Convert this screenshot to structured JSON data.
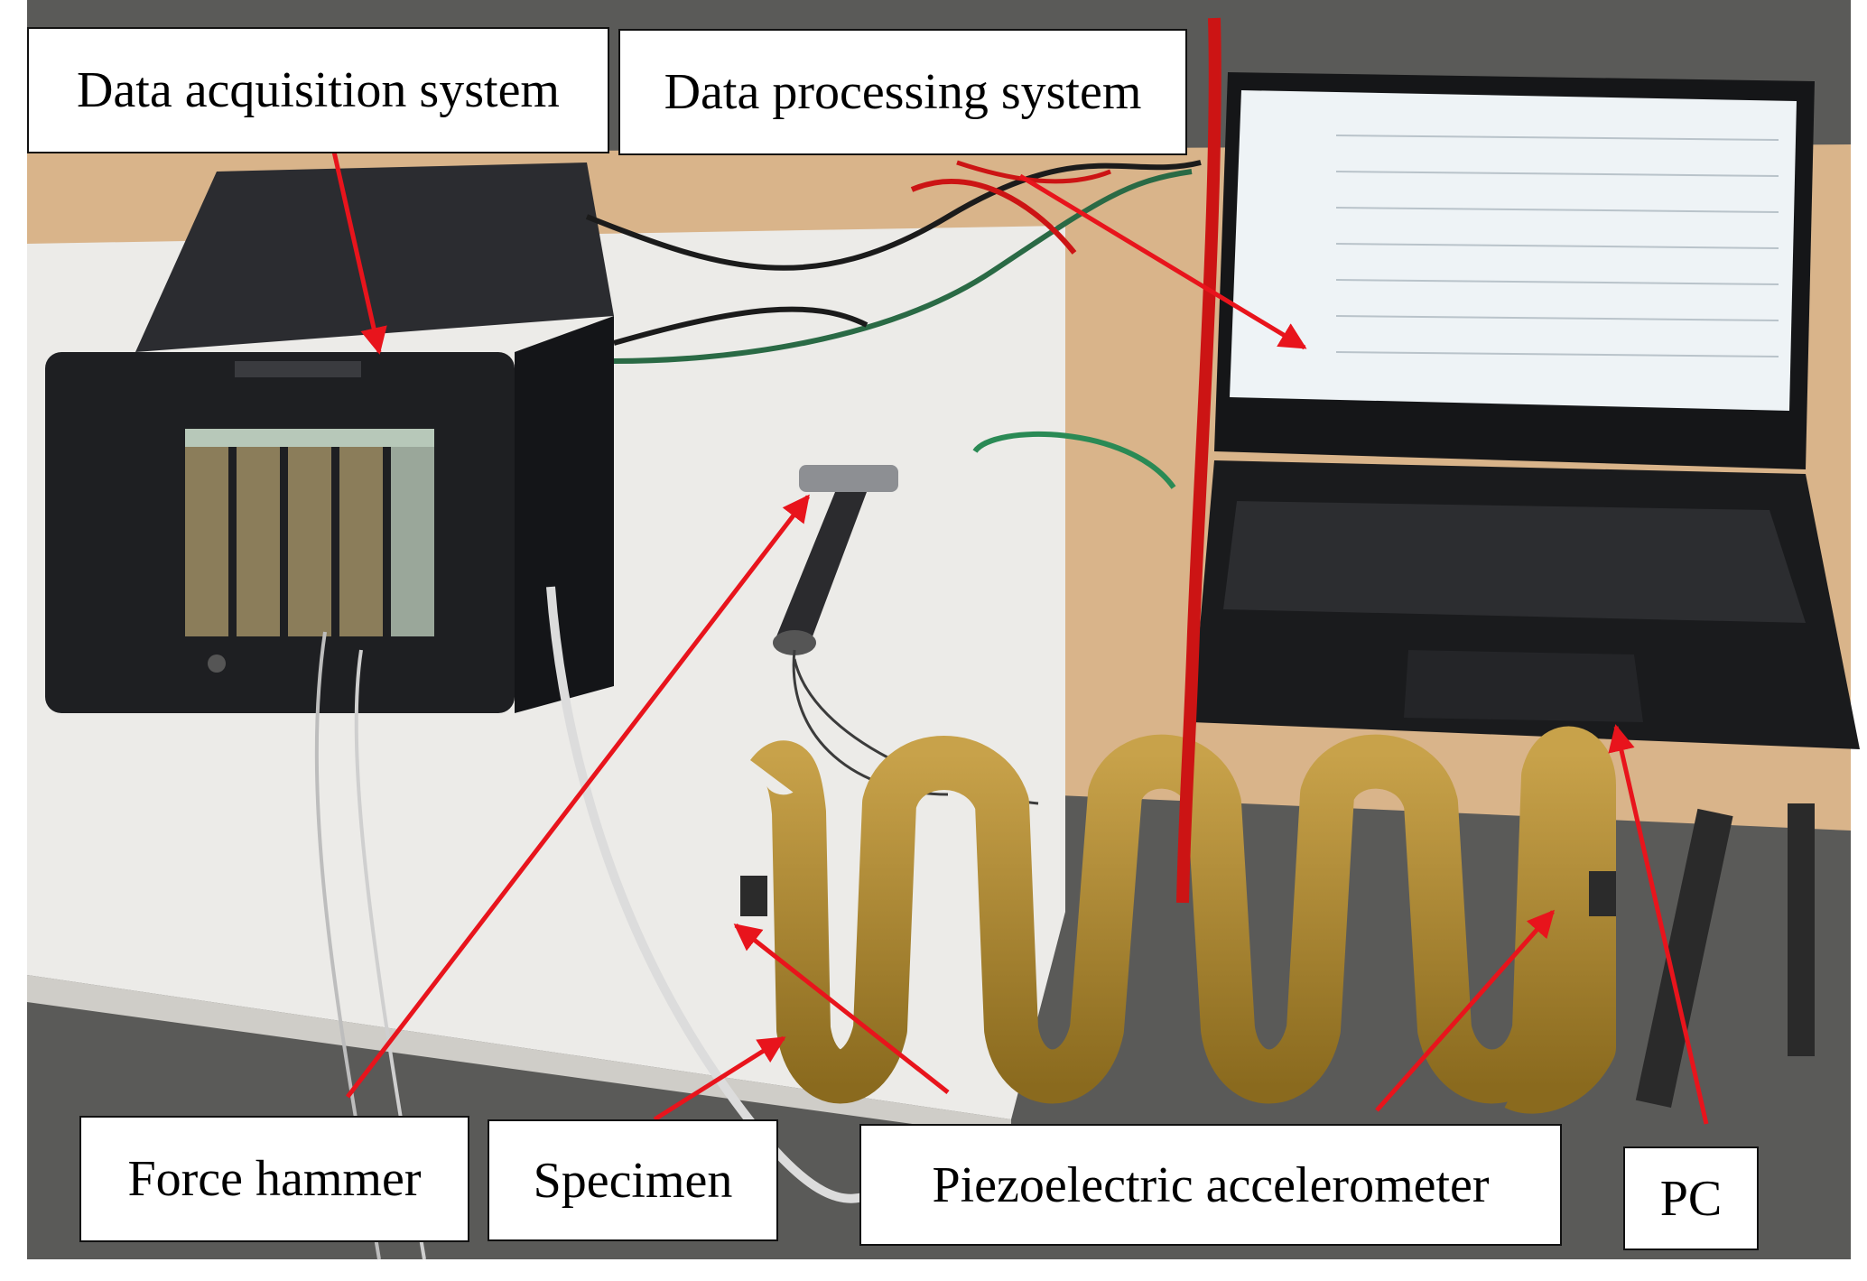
{
  "labels": {
    "data_acquisition": "Data acquisition system",
    "data_processing": "Data processing system",
    "force_hammer": "Force hammer",
    "specimen": "Specimen",
    "accelerometer": "Piezoelectric accelerometer",
    "pc": "PC"
  },
  "colors": {
    "arrow": "#e8141c",
    "table": "#d9b48a",
    "cloth": "#ecebe8",
    "floor": "#5a5a58",
    "device": "#1e1f22",
    "specimen": "#b08a2c",
    "rope": "#cc1414",
    "screen": "#eef3f6"
  }
}
